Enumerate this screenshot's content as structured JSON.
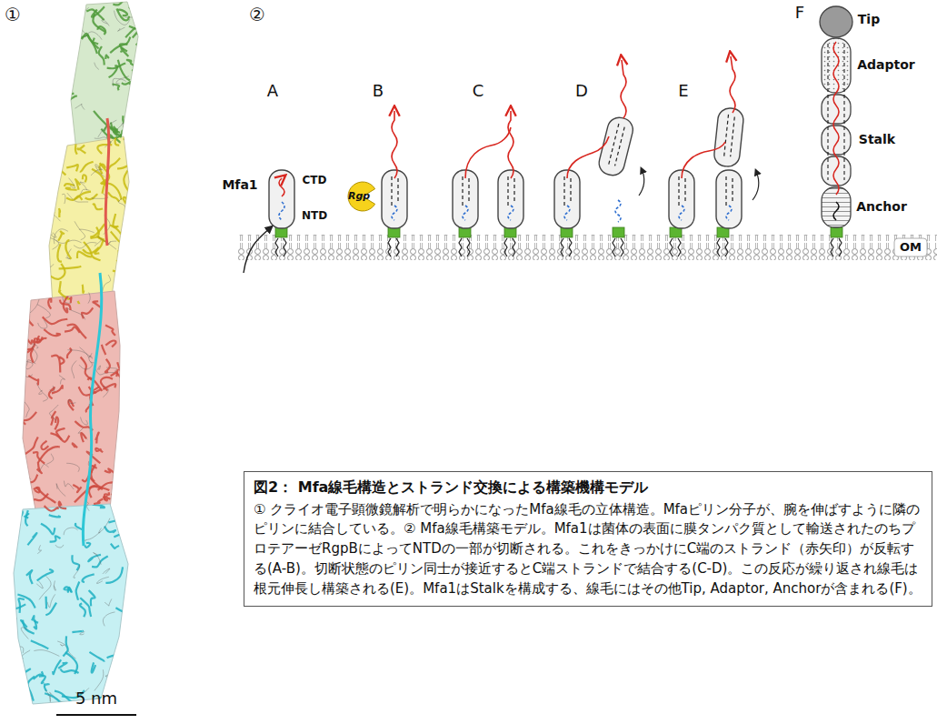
{
  "diagram": {
    "nodes": [
      {
        "text": [
          "Rgp"
        ]
      },
      {
        "text": [
          "図2： Mfa線毛構造とストランド交換による構築機構モデル",
          "① クライオ電子顕微鏡解析で明らかになったMfa線毛の立体構造。Mfaピリン分子が、腕を伸ばすように隣のピリンに結合している。② Mfa線毛構築モデル。Mfa1は菌体の表面に膜タンパク質として輸送されたのちプロテアーゼRgpBによってNTDの一部が切断される。これをきっかけにC端のストランド（赤矢印）が反転する(A-B)。切断状態のピリン同士が接近するとC端ストランドで結合する(C-D)。この反応が繰り返され線毛は根元伸長し構築される(E)。Mfa1はStalkを構成する、線毛にはその他Tip, Adaptor, Anchorが含まれる(F)。"
        ]
      }
    ],
    "labels": [
      "①",
      "②",
      "A",
      "B",
      "C",
      "D",
      "E",
      "F",
      "Mfa1",
      "CTD",
      "NTD",
      "Tip",
      "Adaptor",
      "Stalk",
      "Anchor",
      "OM",
      "5 nm"
    ]
  }
}
